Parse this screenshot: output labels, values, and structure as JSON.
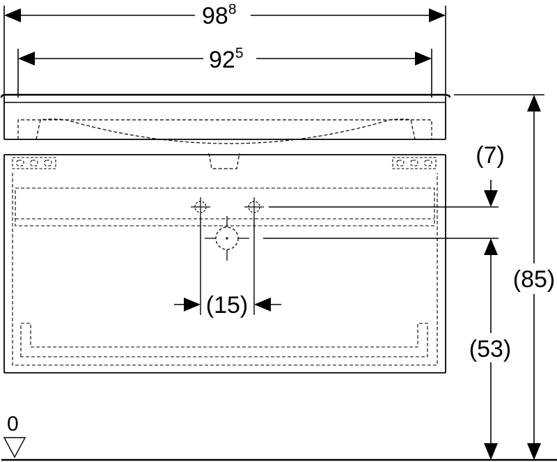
{
  "dimensions": {
    "overall_width": {
      "main": "98",
      "sup": "8"
    },
    "inner_width": {
      "main": "92",
      "sup": "5"
    },
    "top_offset": "(7)",
    "hole_spacing": "(15)",
    "total_height": "(85)",
    "drain_height": "(53)",
    "floor_level": "0"
  },
  "colors": {
    "line": "#000000",
    "background": "#ffffff"
  },
  "icons": {
    "floor_marker": "triangle-down-icon",
    "arrow": "arrowhead-icon"
  }
}
